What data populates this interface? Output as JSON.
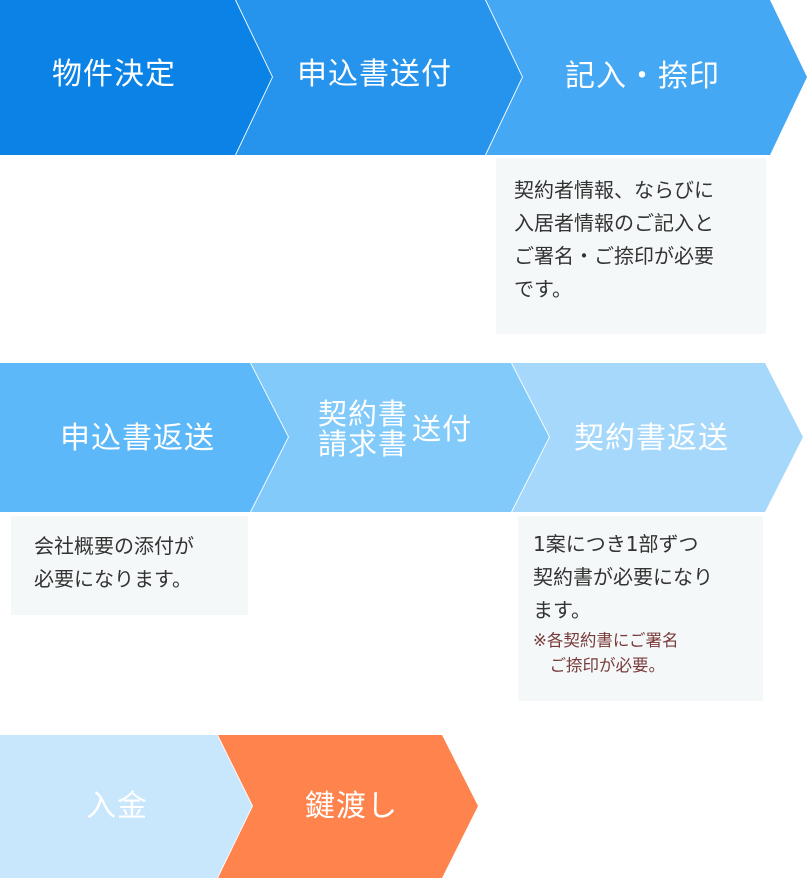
{
  "colors": {
    "row1": [
      "#0a82e6",
      "#2694ec",
      "#45a8f4"
    ],
    "row2": [
      "#5cb8f8",
      "#82cafa",
      "#a6d8fb"
    ],
    "row3": [
      "#c8e6fc",
      "#ff834d"
    ],
    "note_bg": "#f4f8f8",
    "note_text": "#333333",
    "note_sub_text": "#7a3a3a"
  },
  "steps": {
    "s1": {
      "label": "物件決定"
    },
    "s2": {
      "label": "申込書送付"
    },
    "s3": {
      "label": "記入・捺印"
    },
    "s4": {
      "label": "申込書返送"
    },
    "s5": {
      "line1": "契約書",
      "line2": "請求書",
      "suffix": "送付"
    },
    "s6": {
      "label": "契約書返送"
    },
    "s7": {
      "label": "入金"
    },
    "s8": {
      "label": "鍵渡し"
    }
  },
  "notes": {
    "n1": {
      "lines": [
        "契約者情報、ならびに",
        "入居者情報のご記入と",
        "ご署名・ご捺印が必要",
        "です。"
      ]
    },
    "n2": {
      "lines": [
        "会社概要の添付が",
        "必要になります。"
      ]
    },
    "n3": {
      "lines": [
        "1案につき1部ずつ",
        "契約書が必要になり",
        "ます。"
      ],
      "sub": [
        "※各契約書にご署名",
        "　ご捺印が必要。"
      ]
    }
  }
}
